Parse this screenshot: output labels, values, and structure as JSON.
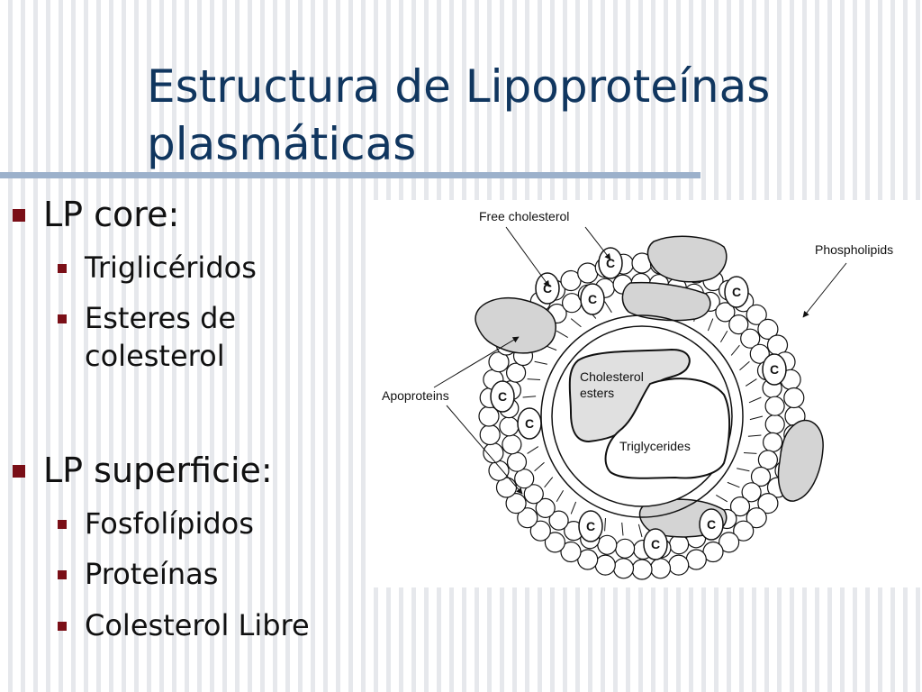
{
  "slide": {
    "title": "Estructura de Lipoproteínas plasmáticas"
  },
  "sections": [
    {
      "heading": "LP core:",
      "items": [
        "Triglicéridos",
        "Esteres de colesterol"
      ]
    },
    {
      "heading": "LP superficie:",
      "items": [
        "Fosfolípidos",
        "Proteínas",
        "Colesterol Libre"
      ]
    }
  ],
  "diagram": {
    "labels": {
      "free_cholesterol": "Free cholesterol",
      "phospholipids": "Phospholipids",
      "apoproteins": "Apoproteins",
      "cholesterol_esters_line1": "Cholesterol",
      "cholesterol_esters_line2": "esters",
      "triglycerides": "Triglycerides",
      "cholesterol_marker": "C"
    }
  }
}
